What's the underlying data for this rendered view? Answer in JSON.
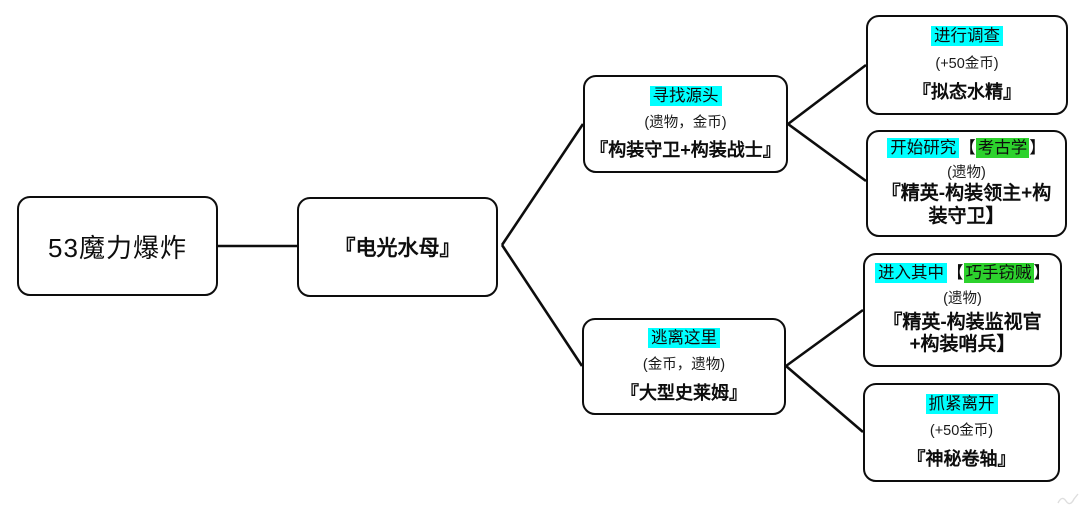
{
  "diagram_title": "event-decision-tree",
  "colors": {
    "action_highlight": "#00ffff",
    "skill_highlight": "#2dd22d",
    "line_color": "#0d0d0d",
    "background": "#ffffff"
  },
  "nodes": {
    "start": {
      "label": "53魔力爆炸"
    },
    "encounter": {
      "label": "『电光水母』"
    },
    "choice_top": {
      "action": "寻找源头",
      "reward": "(遗物，金币)",
      "result": "『构装守卫+构装战士』"
    },
    "choice_bottom": {
      "action": "逃离这里",
      "reward": "(金币，遗物)",
      "result": "『大型史莱姆』"
    },
    "outcome_1": {
      "action": "进行调查",
      "reward": "(+50金币)",
      "result": "『拟态水精』"
    },
    "outcome_2": {
      "action": "开始研究",
      "bracket_open": "【",
      "skill": "考古学",
      "bracket_close": "】",
      "reward": "(遗物)",
      "result": "『精英-构装领主+构装守卫】"
    },
    "outcome_3": {
      "action": "进入其中",
      "bracket_open": "【",
      "skill": "巧手窃贼",
      "bracket_close": "】",
      "reward": "(遗物)",
      "result": "『精英-构装监视官+构装哨兵】"
    },
    "outcome_4": {
      "action": "抓紧离开",
      "reward": "(+50金币)",
      "result": "『神秘卷轴』"
    }
  },
  "edges": [
    {
      "from": "start",
      "to": "encounter"
    },
    {
      "from": "encounter",
      "to": "choice_top"
    },
    {
      "from": "encounter",
      "to": "choice_bottom"
    },
    {
      "from": "choice_top",
      "to": "outcome_1"
    },
    {
      "from": "choice_top",
      "to": "outcome_2"
    },
    {
      "from": "choice_bottom",
      "to": "outcome_3"
    },
    {
      "from": "choice_bottom",
      "to": "outcome_4"
    }
  ]
}
